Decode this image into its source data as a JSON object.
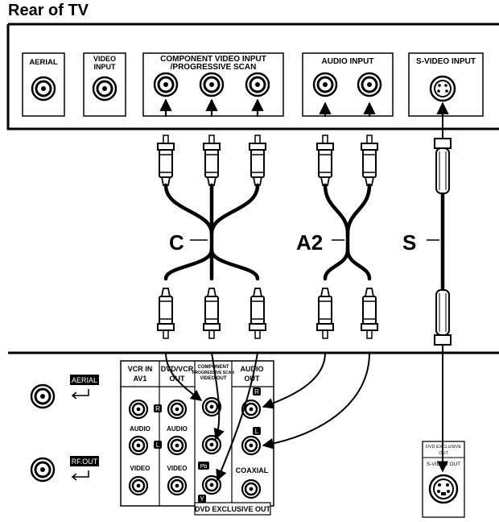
{
  "title": "Rear of TV",
  "tv_panel": {
    "aerial": "AERIAL",
    "video_input": [
      "VIDEO",
      "INPUT"
    ],
    "component": [
      "COMPONENT VIDEO  INPUT",
      "/PROGRESSIVE SCAN"
    ],
    "audio_input": "AUDIO INPUT",
    "svideo_input": "S-VIDEO INPUT"
  },
  "cable_labels": {
    "c": "C",
    "a2": "A2",
    "s": "S"
  },
  "player_panel": {
    "aerial": "AERIAL",
    "rf_out": "RF.OUT",
    "vcr_in": [
      "VCR IN",
      "AV1"
    ],
    "dvd_vcr_out": [
      "DVD/VCR",
      "OUT"
    ],
    "component_small": [
      "COMPONENT",
      "PROGRESSIVE SCAN",
      "VIDEO OUT"
    ],
    "audio_out": [
      "AUDIO",
      "OUT"
    ],
    "audio": "AUDIO",
    "video": "VIDEO",
    "r": "R",
    "l": "L",
    "pb": "Pb",
    "y": "Y",
    "coaxial": "COAXIAL",
    "dvd_exclusive_out": "DVD EXCLUSIVE OUT",
    "dvd_exclusive_small": [
      "DVD EXCLUSIVE",
      "OUT"
    ],
    "svideo_out": "S-VIDEO OUT"
  }
}
